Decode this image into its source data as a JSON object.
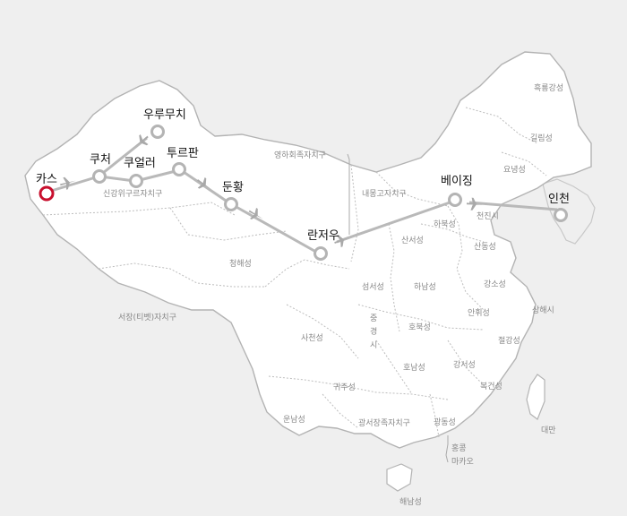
{
  "colors": {
    "route": "#b9b9b9",
    "node": "#b4b4b4",
    "start_node": "#c8102e",
    "background": "#efefef"
  },
  "cities": {
    "kashgar": "카스",
    "kuqa": "쿠처",
    "urumqi": "우루무치",
    "korla": "쿠얼러",
    "turpan": "투르판",
    "dunhuang": "둔황",
    "lanzhou": "란저우",
    "beijing": "베이징",
    "incheon": "인천"
  },
  "regions": {
    "heilongjiang": "흑룡강성",
    "jilin": "길림성",
    "liaoning": "요녕성",
    "ningxia": "영하회족자치구",
    "inner_mongolia": "내몽고자치구",
    "xinjiang": "신강위구르자치구",
    "tianjin": "천진시",
    "hebei": "하북성",
    "shanxi": "산서성",
    "shandong": "산동성",
    "qinghai": "청해성",
    "shaanxi": "섬서성",
    "henan": "하남성",
    "jiangsu": "강소성",
    "shanghai": "상해시",
    "tibet": "서장(티벳)자치구",
    "chongqing_1": "중",
    "chongqing_2": "경",
    "chongqing_3": "시",
    "anhui": "안휘성",
    "hubei": "호북성",
    "sichuan": "사천성",
    "zhejiang": "절강성",
    "hunan": "호남성",
    "jiangxi": "강서성",
    "guizhou": "귀주성",
    "fujian": "복건성",
    "yunnan": "운남성",
    "guangxi": "광서장족자치구",
    "guangdong": "광동성",
    "taiwan": "대만",
    "hongkong": "홍콩",
    "macau": "마카오",
    "hainan": "해남성"
  }
}
